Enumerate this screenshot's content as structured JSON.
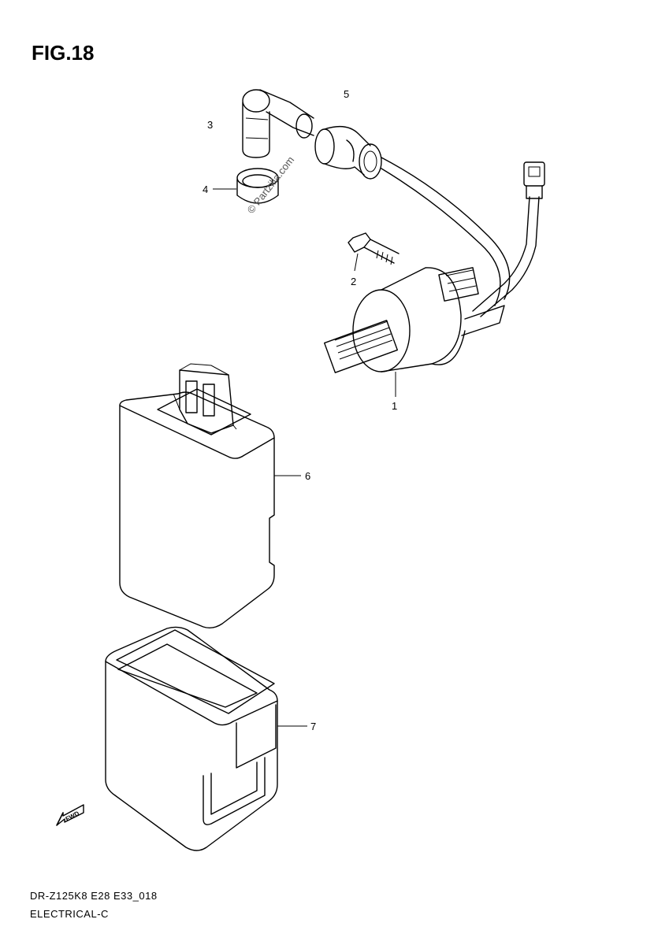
{
  "figure": {
    "title": "FIG.18"
  },
  "watermark": "© Partzilla.com",
  "callouts": {
    "p1": "1",
    "p2": "2",
    "p3": "3",
    "p4": "4",
    "p5": "5",
    "p6": "6",
    "p7": "7"
  },
  "footer": {
    "model_code": "DR-Z125K8 E28 E33_018",
    "section": "ELECTRICAL-C"
  },
  "fwd_arrow_label": "FWD"
}
